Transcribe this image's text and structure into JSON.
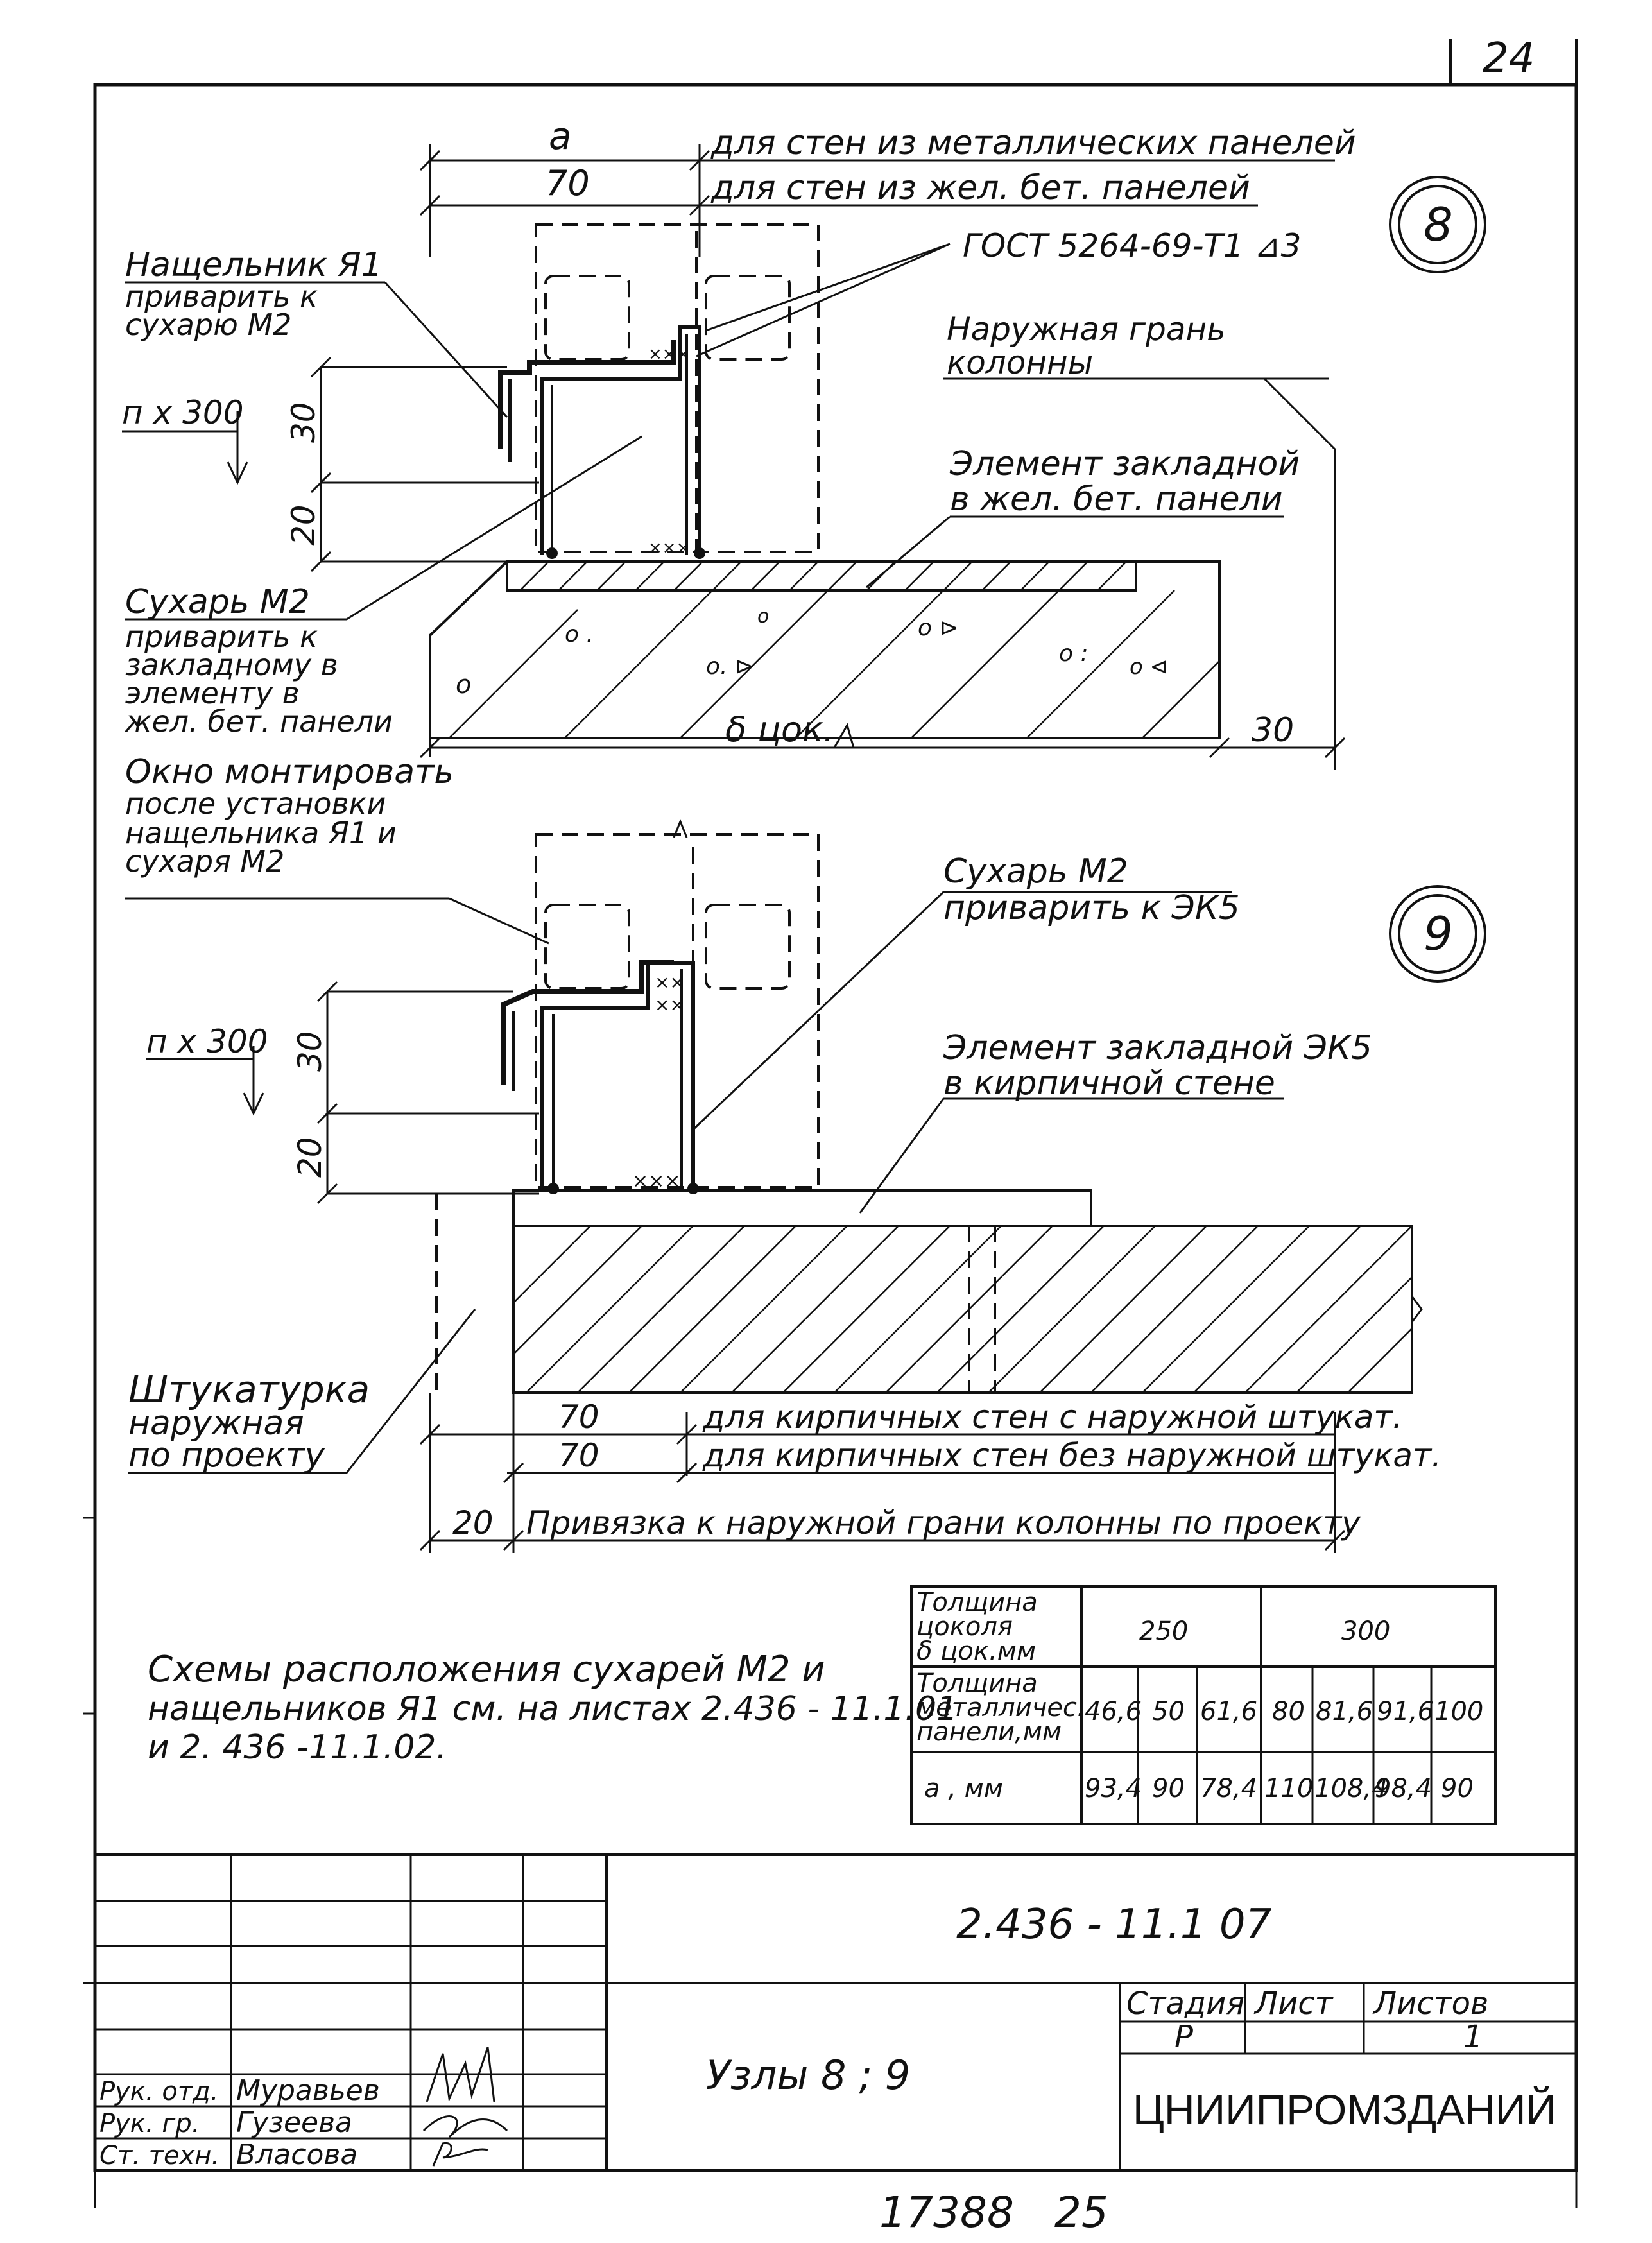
{
  "sheet": {
    "page_number": "24",
    "bottom_numbers": "17388   25"
  },
  "node8": {
    "number": "8",
    "dim_a": "a",
    "dim_70": "70",
    "note_metal": "для стен из металлических панелей",
    "note_concrete": "для стен из жел. бет. панелей",
    "weld_note": "ГОСТ 5264-69-Т1 ⊿3",
    "flashing_label_1": "Нащельник Я1",
    "flashing_label_2": "приварить к",
    "flashing_label_3": "сухарю М2",
    "outer_face_1": "Наружная грань",
    "outer_face_2": "колонны",
    "step_label": "п х 300",
    "dim_30": "30",
    "dim_20": "20",
    "embed_1": "Элемент закладной",
    "embed_2": "в жел. бет. панели",
    "block_1": "Сухарь М2",
    "block_2": "приварить к",
    "block_3": "закладному в",
    "block_4": "элементу в",
    "block_5": "жел. бет. панели",
    "dim_b": "δ цок.",
    "dim_30_right": "30"
  },
  "node9": {
    "number": "9",
    "window_1": "Окно монтировать",
    "window_2": "после установки",
    "window_3": "нащельника Я1 и",
    "window_4": "сухаря М2",
    "block_1": "Сухарь М2",
    "block_2": "приварить к ЭК5",
    "step_label": "п х 300",
    "dim_30": "30",
    "dim_20": "20",
    "embed_1": "Элемент закладной ЭК5",
    "embed_2": "в кирпичной стене",
    "plaster_1": "Штукатурка",
    "plaster_2": "наружная",
    "plaster_3": "по проекту",
    "dim_70_a": "70",
    "note_plaster": "для кирпичных стен с наружной штукат.",
    "dim_70_b": "70",
    "note_noplaster": "для кирпичных стен без наружной штукат.",
    "dim_20_bottom": "20",
    "binding_note": "Привязка к наружной грани колонны по проекту"
  },
  "notes": {
    "line_1": "Схемы расположения сухарей  М2 и",
    "line_2": "нащельников Я1 см. на листах 2.436 - 11.1.01",
    "line_3": "и 2. 436  -11.1.02."
  },
  "table": {
    "head_1": [
      "Толщина",
      "цоколя",
      "δ цок.мм"
    ],
    "col_250": "250",
    "col_300": "300",
    "head_2": [
      "Толщина",
      "металличес.",
      "панели,мм"
    ],
    "thickness": [
      "46,6",
      "50",
      "61,6",
      "80",
      "81,6",
      "91,6",
      "100"
    ],
    "head_3": "a , мм",
    "a_values": [
      "93,4",
      "90",
      "78,4",
      "110",
      "108,4",
      "98,4",
      "90"
    ]
  },
  "title_block": {
    "doc_code": "2.436 - 11.1 07",
    "title": "Узлы  8 ; 9",
    "stage_label": "Стадия",
    "sheet_label": "Лист",
    "sheets_label": "Листов",
    "stage_value": "Р",
    "sheet_value": "",
    "sheets_value": "1",
    "org": "ЦНИИПРОМЗДАНИЙ",
    "roles": [
      {
        "role": "Рук. отд.",
        "name": "Муравьев"
      },
      {
        "role": "Рук. гр.",
        "name": "Гузеева"
      },
      {
        "role": "Ст. техн.",
        "name": "Власова"
      }
    ]
  }
}
